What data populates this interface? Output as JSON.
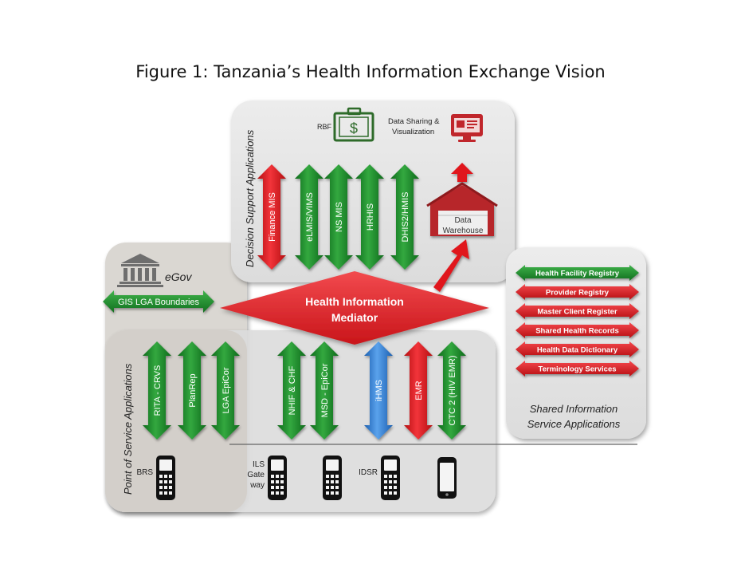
{
  "title": "Figure 1: Tanzania’s Health Information Exchange Vision",
  "decision_support": {
    "label": "Decision Support Applications",
    "rbf_label": "RBF",
    "data_sharing_label": [
      "Data Sharing &",
      "Visualization"
    ],
    "apps": [
      {
        "label": "Finance MIS",
        "color": "red"
      },
      {
        "label": "eLMIS/VIMS",
        "color": "green"
      },
      {
        "label": "NS MIS",
        "color": "green"
      },
      {
        "label": "HRHIS",
        "color": "green"
      },
      {
        "label": "DHIS2/HMIS",
        "color": "green"
      }
    ],
    "warehouse_label": [
      "Data",
      "Warehouse"
    ]
  },
  "egov": {
    "label": "eGov",
    "gis_label": "GIS LGA Boundaries"
  },
  "mediator": {
    "label": [
      "Health Information",
      "Mediator"
    ]
  },
  "point_of_service": {
    "label": "Point of Service Applications",
    "apps": [
      {
        "label": "RITA - CRVS",
        "color": "green"
      },
      {
        "label": "PlanRep",
        "color": "green"
      },
      {
        "label": "LGA EpiCor",
        "color": "green"
      },
      {
        "label": "NHIF & CHF",
        "color": "green"
      },
      {
        "label": "MSD - EpiCor",
        "color": "green"
      },
      {
        "label": "iHMS",
        "color": "blue"
      },
      {
        "label": "EMR",
        "color": "red"
      },
      {
        "label": "CTC 2 (HIV EMR)",
        "color": "green"
      }
    ],
    "phones": [
      {
        "label": [
          "BRS"
        ],
        "icon": "feature-phone-icon"
      },
      {
        "label": [
          "ILS",
          "Gate",
          "way"
        ],
        "icon": "feature-phone-icon"
      },
      {
        "label": [],
        "icon": "feature-phone-icon"
      },
      {
        "label": [
          "IDSR"
        ],
        "icon": "feature-phone-icon"
      },
      {
        "label": [],
        "icon": "smartphone-icon"
      }
    ]
  },
  "shared_services": {
    "label": [
      "Shared Information",
      "Service Applications"
    ],
    "registries": [
      {
        "label": "Health Facility Registry",
        "color": "green"
      },
      {
        "label": "Provider Registry",
        "color": "red"
      },
      {
        "label": "Master Client Register",
        "color": "red"
      },
      {
        "label": "Shared Health Records",
        "color": "red"
      },
      {
        "label": "Health Data Dictionary",
        "color": "red"
      },
      {
        "label": "Terminology Services",
        "color": "red"
      }
    ]
  },
  "colors": {
    "green": "#1f8a2e",
    "red": "#e0191e",
    "blue": "#2f7fd6",
    "panel": "#e4e4e4",
    "panel_dark": "#d9d6d2",
    "rbf": "#2e6b2a",
    "warehouse": "#b7262a"
  }
}
